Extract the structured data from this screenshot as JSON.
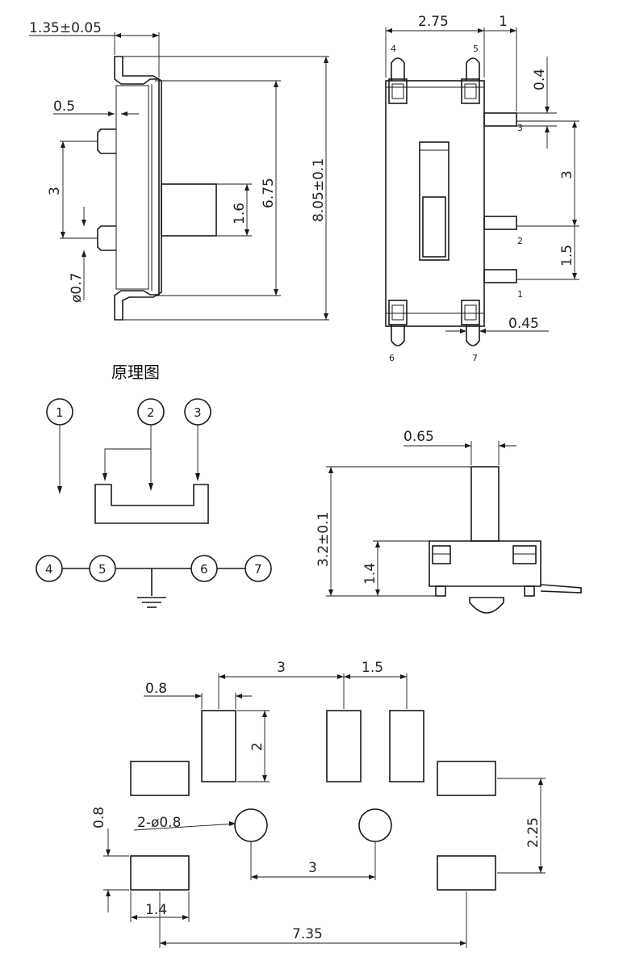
{
  "side_view": {
    "dims": {
      "top_width": "1.35±0.05",
      "pin_offset": "0.5",
      "pin_pitch": "3",
      "pin_dia": "ø0.7",
      "knob_width": "1.6",
      "inner_height": "6.75",
      "total_height": "8.05±0.1"
    }
  },
  "top_view": {
    "dims": {
      "body_width": "2.75",
      "tab_offset": "1",
      "lead_offset": "0.4",
      "lead_pitch": "3",
      "lead_pitch_2": "1.5",
      "peg_width": "0.45"
    },
    "pins": {
      "p1": "1",
      "p2": "2",
      "p3": "3",
      "p4": "4",
      "p5": "5",
      "p6": "6",
      "p7": "7"
    }
  },
  "schematic": {
    "title": "原理图",
    "pins": {
      "p1": "1",
      "p2": "2",
      "p3": "3",
      "p4": "4",
      "p5": "5",
      "p6": "6",
      "p7": "7"
    }
  },
  "front_view": {
    "dims": {
      "knob_width": "0.65",
      "total_height": "3.2±0.1",
      "body_height": "1.4"
    }
  },
  "footprint": {
    "dims": {
      "pad_pitch": "3",
      "pad_pitch_2": "1.5",
      "pad_width": "0.8",
      "pad_length": "2",
      "corner_pad_height": "0.8",
      "hole_label": "2-ø0.8",
      "hole_pitch": "3",
      "corner_pad_pitch": "2.25",
      "corner_pad_width": "1.4",
      "overall_width": "7.35"
    }
  }
}
